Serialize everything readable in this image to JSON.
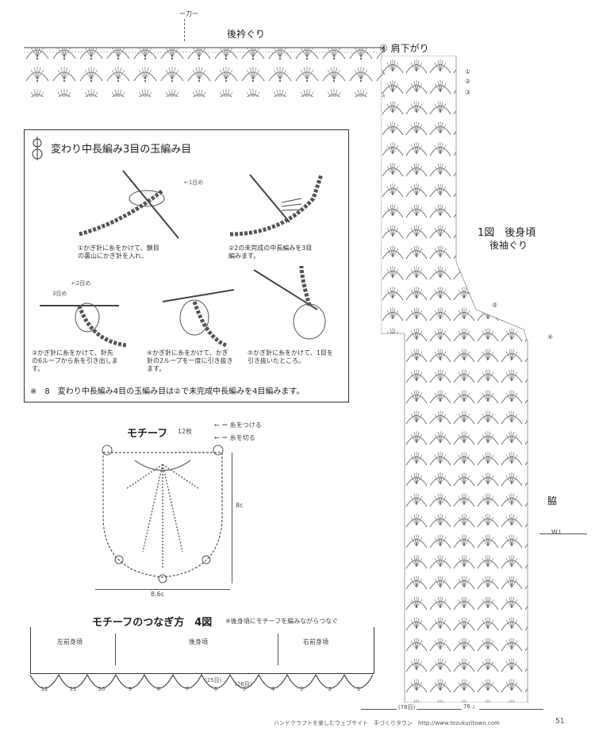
{
  "back_neck": {
    "label": "後衿ぐり",
    "top_mark": "ー刀ー"
  },
  "shoulder": {
    "label": "④ 肩下がり"
  },
  "figure1": {
    "title": "1図　後身頃",
    "armhole": "後袖ぐり",
    "side": "脇",
    "wl": "W.L.",
    "row_numbers": [
      "①",
      "②",
      "③",
      "④",
      "⑤"
    ]
  },
  "technique": {
    "number": "8",
    "title": "変わり中長編み3目の玉編み目",
    "steps": [
      {
        "num": "①",
        "text": "かぎ針に糸をかけて、鎖目の裏山にかぎ針を入れ、"
      },
      {
        "num": "②",
        "text": "2の未完成の中長編みを3目編みます。"
      },
      {
        "num": "③",
        "text": "かぎ針に糸をかけて、針先の6ループから糸を引き出します。"
      },
      {
        "num": "④",
        "text": "かぎ針に糸をかけて、かぎ針の2ループを一度に引き抜きます。"
      },
      {
        "num": "⑤",
        "text": "かぎ針に糸をかけて、1目を引き抜いたところ。"
      }
    ],
    "annot_a": "←1目め",
    "annot_b": "←2目め",
    "annot_c": "3目め",
    "note": "※　8　変わり中長編み4目の玉編み目は②で未完成中長編みを4目編みます。"
  },
  "motif": {
    "title": "モチーフ",
    "count": "12枚",
    "height": "8c",
    "width": "8.6c",
    "legend1": "← ＝ 糸をつける",
    "legend2": "← ＝ 糸を切る"
  },
  "figure4": {
    "title": "モチーフのつなぎ方　4図",
    "note": "※後身頃にモチーフを編みながらつなぐ",
    "left": "左前身頃",
    "center": "後身頃",
    "right": "右前身頃",
    "seg1": "(25目)",
    "seg2": "(26目)",
    "numbers": [
      "12",
      "11",
      "10",
      "9",
      "8",
      "7",
      "6",
      "5",
      "4",
      "3",
      "2",
      "1"
    ]
  },
  "bottom": {
    "total": "(78目)",
    "width": "76 」"
  },
  "footer": {
    "text": "ハンドクラフトを楽しむウェブサイト　手づくりタウン　http://www.tezukuritown.com",
    "page": "51"
  },
  "colors": {
    "ink": "#333333",
    "paper": "#ffffff"
  }
}
